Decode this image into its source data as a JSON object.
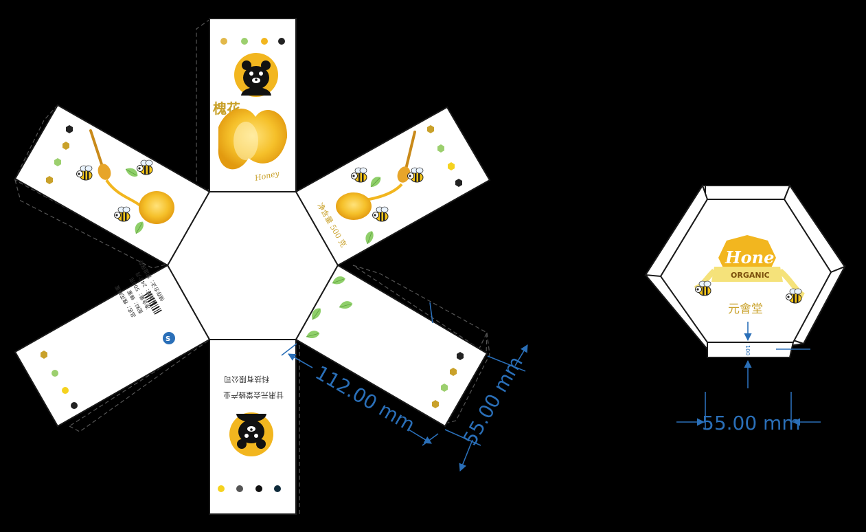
{
  "left_box": {
    "product_name": "槐花",
    "script_word": "Honey",
    "net_weight": "净含量 500 克",
    "company_name": "甘肃元会堂蜂产业",
    "company_name_2": "科技有限公司",
    "info_lines": [
      "品名：槐花蜂蜜",
      "配料：蜂蜜",
      "净含量：500克",
      "保质期：24个月",
      "储存方法：常温保存"
    ]
  },
  "right_box": {
    "badge_word": "Honey",
    "ribbon_word": "ORGANIC",
    "brand_name": "元會堂",
    "inner_dim": "100"
  },
  "dimensions": {
    "length_label": "112.00 mm",
    "width_label": "55.00 mm",
    "hex_label": "55.00 mm"
  },
  "colors": {
    "background": "#000000",
    "honey": "#f2b61f",
    "dim_blue": "#2a6fb8",
    "leaf_green": "#8fcf6a"
  }
}
